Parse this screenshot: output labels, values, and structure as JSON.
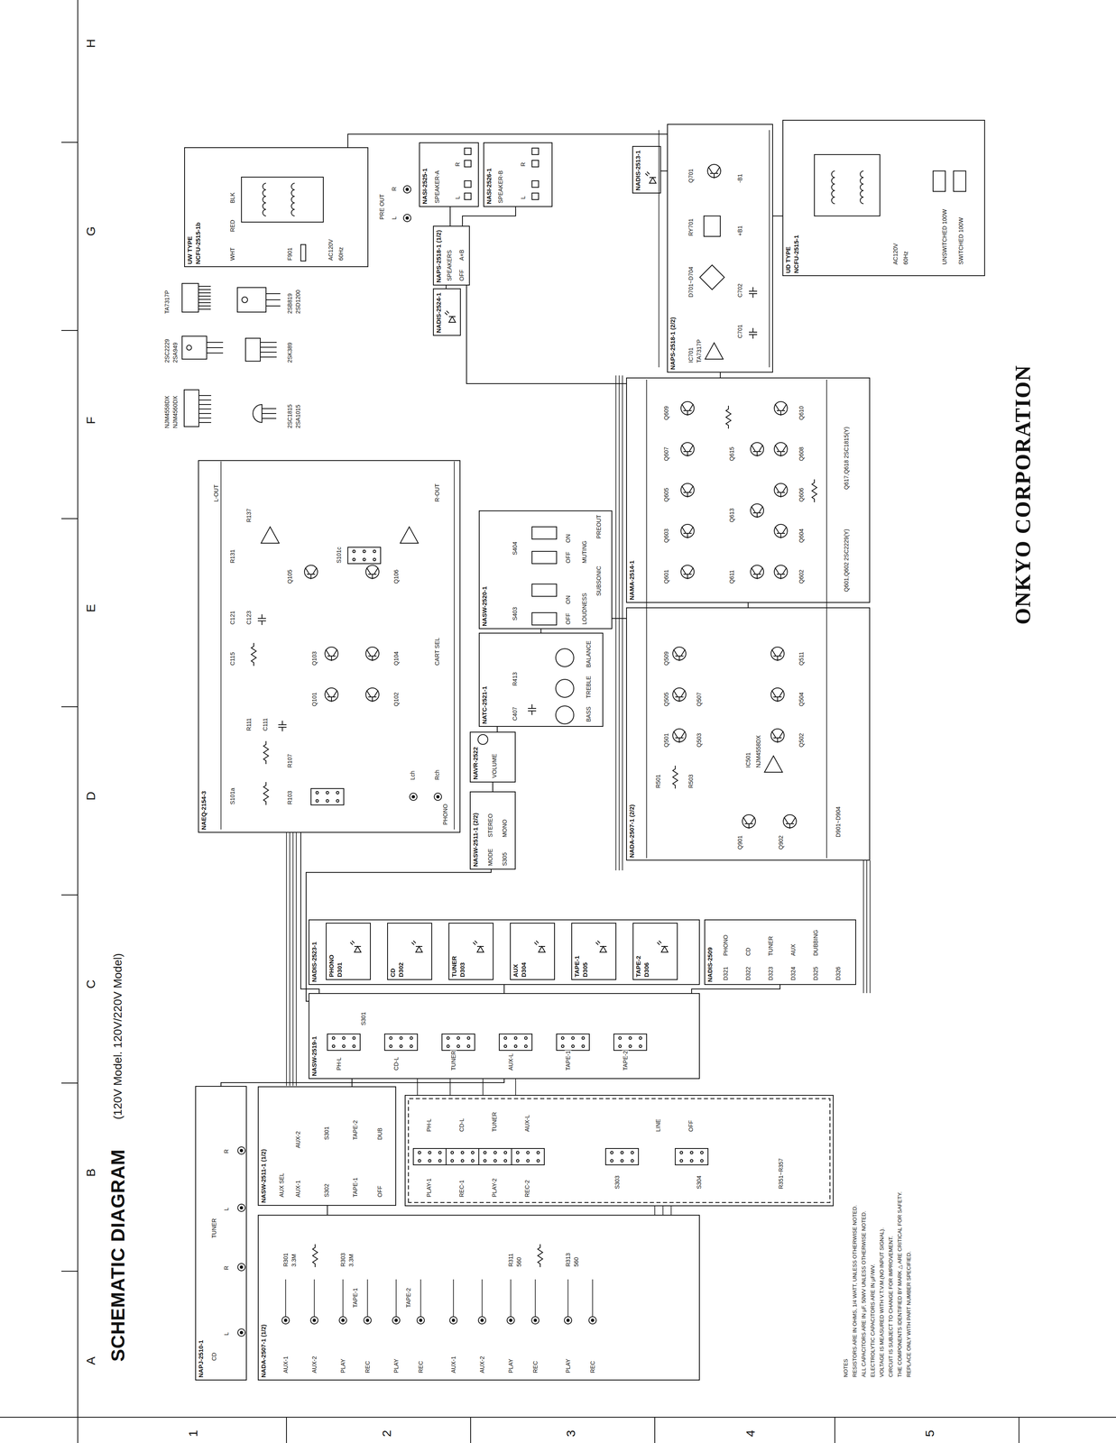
{
  "diagram": {
    "title": "SCHEMATIC DIAGRAM",
    "nodes": [
      {
        "text": [
          "NAPJ-2510-1"
        ]
      },
      {
        "text": [
          "NADA-2507-1 (1/2)"
        ]
      },
      {
        "text": [
          "NASW-2511-1 (1/2)"
        ]
      },
      {
        "text": [
          "NASW-2519-1"
        ]
      },
      {
        "text": [
          "NADIS-2523-1"
        ]
      },
      {
        "text": [
          "PHONO",
          "D301"
        ],
        "in": 4
      },
      {
        "text": [
          "CD",
          "D302"
        ],
        "in": 4
      },
      {
        "text": [
          "TUNER",
          "D303"
        ],
        "in": 4
      },
      {
        "text": [
          "AUX",
          "D304"
        ],
        "in": 4
      },
      {
        "text": [
          "TAPE-1",
          "D305"
        ],
        "in": 4
      },
      {
        "text": [
          "TAPE-2",
          "D306"
        ],
        "in": 4
      },
      {
        "text": [
          "NADIS-2509"
        ]
      },
      {
        "text": [
          "NAEQ-2154-3"
        ]
      },
      {
        "text": [
          "NASW-2511-1 (2/2)"
        ]
      },
      {
        "text": [
          "NAVR-2522"
        ]
      },
      {
        "text": [
          "NATC-2521-1"
        ]
      },
      {
        "text": [
          "NASW-2520-1"
        ]
      },
      {
        "text": [
          "NADA-2507-1 (2/2)"
        ]
      },
      {
        "text": [
          "NAMA-2514-1"
        ]
      },
      {
        "text": [
          "UW TYPE",
          "NCFU-2515-1b"
        ]
      },
      {
        "text": [
          "NADIS-2524-1"
        ]
      },
      {
        "text": [
          "NAPS-2518-1 (1/2)"
        ]
      },
      {
        "text": [
          "NASI-2525-1"
        ]
      },
      {
        "text": [
          "NASI-2526-1"
        ]
      },
      {
        "text": [
          "NADIS-2513-1"
        ]
      },
      {
        "text": [
          "NAPS-2518-1 (2/2)"
        ]
      },
      {
        "text": [
          "UD TYPE",
          "NCFU-2515-1"
        ]
      }
    ],
    "edges": [
      {
        "from": 0,
        "to": 3,
        "arrow": "none"
      },
      {
        "from": 1,
        "to": 2,
        "arrow": "none"
      },
      {
        "from": 2,
        "to": 3,
        "arrow": "none"
      },
      {
        "from": 12,
        "to": 3,
        "arrow": "none"
      },
      {
        "from": 3,
        "to": 4,
        "arrow": "none"
      },
      {
        "from": 3,
        "to": 11,
        "arrow": "none"
      },
      {
        "from": 3,
        "to": 13,
        "arrow": "none"
      },
      {
        "from": 13,
        "to": 14,
        "arrow": "none"
      },
      {
        "from": 14,
        "to": 15,
        "arrow": "none"
      },
      {
        "from": 15,
        "to": 16,
        "arrow": "none"
      },
      {
        "from": 16,
        "to": 17,
        "arrow": "none"
      },
      {
        "from": 17,
        "to": 18,
        "arrow": "none"
      },
      {
        "from": 18,
        "to": 21,
        "arrow": "none"
      },
      {
        "from": 21,
        "to": 22,
        "arrow": "none"
      },
      {
        "from": 21,
        "to": 23,
        "arrow": "none"
      },
      {
        "from": 25,
        "to": 18,
        "arrow": "none"
      },
      {
        "from": 26,
        "to": 25,
        "arrow": "none"
      },
      {
        "from": 19,
        "to": 25,
        "arrow": "none"
      },
      {
        "from": 24,
        "to": 25,
        "arrow": "none"
      },
      {
        "from": 20,
        "to": 21,
        "arrow": "none"
      }
    ],
    "labels": [
      "(120V Model. 120V/220V Model)",
      "A",
      "B",
      "C",
      "D",
      "E",
      "F",
      "G",
      "H",
      "1",
      "2",
      "3",
      "4",
      "5",
      "ONKYO CORPORATION",
      "CD",
      "L",
      "R",
      "TUNER",
      "L",
      "R",
      "AUX-1",
      "AUX-2",
      "PLAY",
      "TAPE-1",
      "REC",
      "PLAY",
      "TAPE-2",
      "REC",
      "AUX-1",
      "AUX-2",
      "PLAY",
      "REC",
      "PLAY",
      "REC",
      "R301",
      "3.3M",
      "R303",
      "3.3M",
      "R311",
      "560",
      "R313",
      "560",
      "AUX SEL",
      "AUX-1",
      "AUX-2",
      "S302",
      "S301",
      "TAPE-1",
      "TAPE-2",
      "OFF",
      "DUB",
      "PLAY-1",
      "REC-1",
      "PLAY-2",
      "REC-2",
      "PH-L",
      "CD-L",
      "TUNER",
      "AUX-L",
      "S303",
      "S304",
      "LINE",
      "OFF",
      "R351~R357",
      "PH-L",
      "CD-L",
      "TUNER",
      "AUX-L",
      "TAPE-1",
      "TAPE-2",
      "S301",
      "D321",
      "PHONO",
      "D322",
      "CD",
      "D323",
      "TUNER",
      "D324",
      "AUX",
      "D325",
      "DUBBING",
      "D326",
      "PHONO",
      "Lch",
      "Rch",
      "S101a",
      "R103",
      "R107",
      "R111",
      "C111",
      "Q101",
      "Q103",
      "Q102",
      "Q104",
      "C115",
      "C121",
      "C123",
      "Q105",
      "Q106",
      "R131",
      "S101c",
      "R137",
      "L-OUT",
      "R-OUT",
      "CART SEL",
      "MODE",
      "STEREO",
      "S305",
      "MONO",
      "VOLUME",
      "C407",
      "R413",
      "BASS",
      "TREBLE",
      "BALANCE",
      "S403",
      "S404",
      "OFF",
      "ON",
      "OFF",
      "ON",
      "LOUDNESS",
      "SUBSONIC",
      "MUTING",
      "PREOUT",
      "R501",
      "R503",
      "Q501",
      "Q503",
      "Q505",
      "Q507",
      "Q509",
      "IC501",
      "NJM4558DX",
      "Q901",
      "Q902",
      "Q502",
      "Q504",
      "Q511",
      "D901~D904",
      "Q601",
      "Q603",
      "Q605",
      "Q607",
      "Q609",
      "Q611",
      "Q613",
      "Q615",
      "Q602",
      "Q604",
      "Q606",
      "Q608",
      "Q610",
      "Q601,Q602 2SC2229(Y)",
      "Q617,Q618 2SC1815(Y)",
      "NJM4558DX",
      "NJM4560DX",
      "2SC2229",
      "2SA949",
      "TA7317P",
      "2SC1815",
      "2SA1015",
      "2SK389",
      "2SB819",
      "2SD1200",
      "WHT",
      "RED",
      "BLK",
      "F901",
      "AC120V",
      "60Hz",
      "PRE OUT",
      "L",
      "R",
      "SPEAKERS",
      "OFF",
      "A+B",
      "SPEAKER-A",
      "L",
      "R",
      "SPEAKER-B",
      "L",
      "R",
      "IC701",
      "TA7317P",
      "D701~D704",
      "RY701",
      "Q701",
      "C701",
      "C702",
      "+B1",
      "-B1",
      "AC120V",
      "60Hz",
      "UNSWITCHED 100W",
      "SWITCHED 100W",
      "NOTES",
      "RESISTORS ARE IN OHMS, 1/4 WATT, UNLESS OTHERWISE NOTED.",
      "ALL CAPACITORS ARE IN µF, 50WV UNLESS OTHERWISE NOTED.",
      "ELECTROLYTIC CAPACITORS ARE IN µF/WV.",
      "VOLTAGE IS MEASURED WITH V.T.V.M.(NO INPUT SIGNAL).",
      "CIRCUIT IS SUBJECT TO CHANGE FOR IMPROVEMENT.",
      "THE COMPONENTS IDENTIFIED BY MARK △ ARE CRITICAL FOR SAFETY.",
      "REPLACE ONLY WITH PART NUMBER SPECIFIED."
    ]
  }
}
